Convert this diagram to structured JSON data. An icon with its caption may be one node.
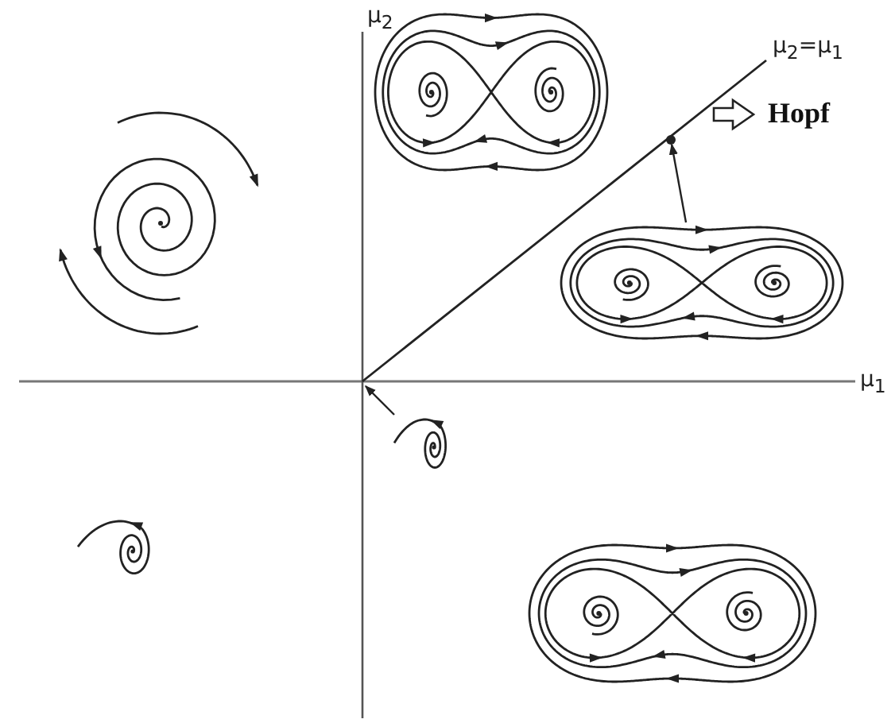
{
  "diagram": {
    "nodes": [
      {
        "text": [],
        "shape": "picture"
      },
      {
        "text": [],
        "shape": "picture"
      },
      {
        "text": [],
        "shape": "circle"
      },
      {
        "text": [],
        "shape": "picture"
      },
      {
        "text": [],
        "shape": "picture"
      },
      {
        "text": [],
        "shape": "picture"
      },
      {
        "text": [],
        "shape": "picture"
      }
    ],
    "edges": [
      {
        "from": 3,
        "to": 2,
        "arrow": "to"
      },
      {
        "from": 4,
        "to": null,
        "arrow": "to"
      }
    ],
    "labels": [
      "μ$_{2}$",
      "μ$_{2}$=μ$_{1}$",
      "Hopf",
      "μ$_{1}$"
    ]
  }
}
